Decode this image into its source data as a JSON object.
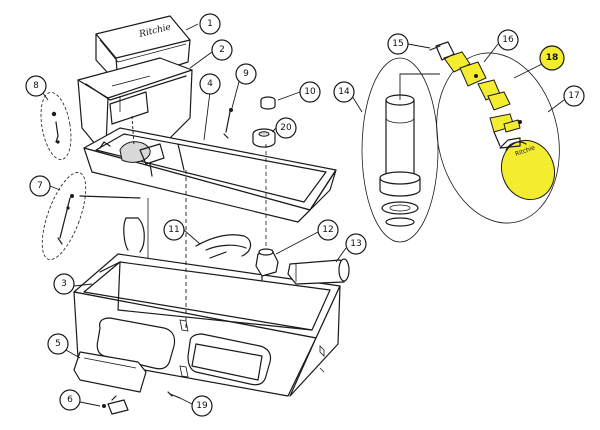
{
  "callouts": [
    {
      "id": "c1",
      "label": "1"
    },
    {
      "id": "c2",
      "label": "2"
    },
    {
      "id": "c3",
      "label": "3"
    },
    {
      "id": "c4",
      "label": "4"
    },
    {
      "id": "c5",
      "label": "5"
    },
    {
      "id": "c6",
      "label": "6"
    },
    {
      "id": "c7",
      "label": "7"
    },
    {
      "id": "c8",
      "label": "8"
    },
    {
      "id": "c9",
      "label": "9"
    },
    {
      "id": "c10",
      "label": "10"
    },
    {
      "id": "c11",
      "label": "11"
    },
    {
      "id": "c12",
      "label": "12"
    },
    {
      "id": "c13",
      "label": "13"
    },
    {
      "id": "c14",
      "label": "14"
    },
    {
      "id": "c15",
      "label": "15"
    },
    {
      "id": "c16",
      "label": "16"
    },
    {
      "id": "c17",
      "label": "17"
    },
    {
      "id": "c18",
      "label": "18",
      "highlighted": true
    },
    {
      "id": "c19",
      "label": "19"
    },
    {
      "id": "c20",
      "label": "20"
    }
  ],
  "highlight_color": "#f4ec2e"
}
